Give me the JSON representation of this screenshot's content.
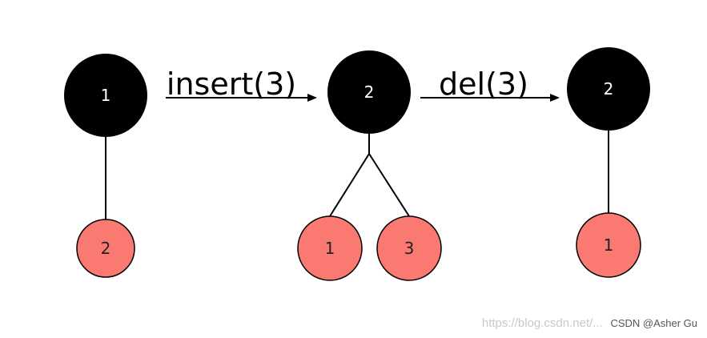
{
  "colors": {
    "black_node": "#000000",
    "red_node": "#fa7a72",
    "black_text": "#ffffff",
    "red_text": "#222222",
    "line": "#000000"
  },
  "trees": [
    {
      "root": {
        "label": "1",
        "color": "black"
      },
      "children": [
        {
          "label": "2",
          "color": "red"
        }
      ]
    },
    {
      "root": {
        "label": "2",
        "color": "black"
      },
      "children": [
        {
          "label": "1",
          "color": "red"
        },
        {
          "label": "3",
          "color": "red"
        }
      ]
    },
    {
      "root": {
        "label": "2",
        "color": "black"
      },
      "children": [
        {
          "label": "1",
          "color": "red"
        }
      ]
    }
  ],
  "operations": [
    {
      "label": "insert(3)"
    },
    {
      "label": "del(3)"
    }
  ],
  "watermark": {
    "url_text": "https://blog.csdn.net/...",
    "author_text": "CSDN @Asher Gu"
  }
}
